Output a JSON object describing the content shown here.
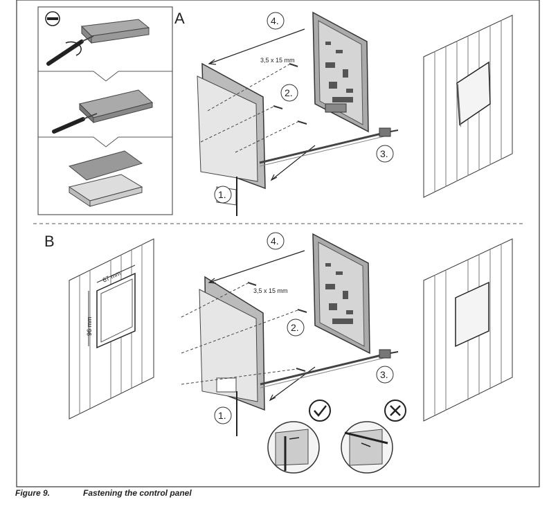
{
  "figure": {
    "number": "Figure 9.",
    "caption": "Fastening the control panel"
  },
  "sections": {
    "a": "A",
    "b": "B"
  },
  "steps": {
    "s1": "1.",
    "s2": "2.",
    "s3": "3.",
    "s4": "4."
  },
  "screw_label": "3,5 x 15 mm",
  "cutout": {
    "width": "67 mm",
    "height": "96 mm"
  },
  "icons": {
    "minus": "flat-screwdriver-icon",
    "ok": "check-circle-icon",
    "not_ok": "cross-circle-icon"
  }
}
